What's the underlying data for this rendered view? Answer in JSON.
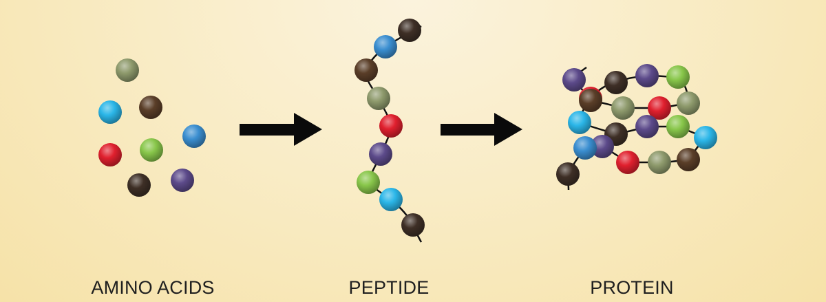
{
  "stages": {
    "amino_acids": "AMINO ACIDS",
    "peptide": "PEPTIDE",
    "protein": "PROTEIN"
  },
  "colors": {
    "background": "#f8e9bc",
    "arrow": "#0a0a0a",
    "bond": "#111111",
    "ball_types": {
      "olive": "#8e9a6c",
      "cyan": "#2bb6e8",
      "brown": "#5a3e28",
      "red": "#e0202e",
      "green": "#88c64a",
      "blue": "#3a8ed0",
      "purple": "#5c4a8a",
      "darkbrown": "#3e2f26"
    }
  },
  "icons": [
    "arrow-right-icon",
    "arrow-right-icon"
  ]
}
